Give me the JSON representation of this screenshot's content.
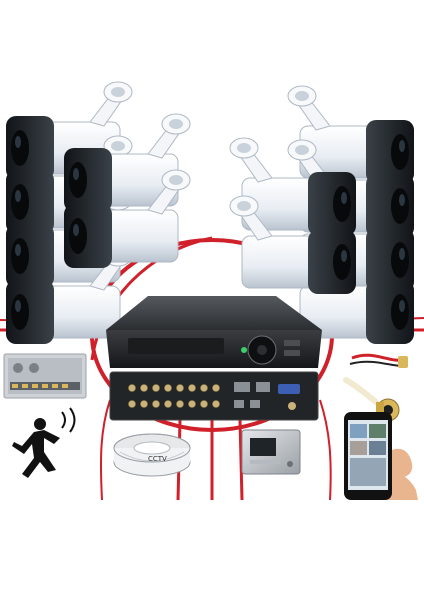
{
  "product": {
    "camera_count": 12,
    "cable_label": "CCTV",
    "colors": {
      "camera_body": "#eef2f7",
      "camera_front": "#1d2329",
      "dvr_body": "#2a2d30",
      "cable_red": "#d0202a",
      "background": "#ffffff"
    },
    "items": [
      {
        "name": "bullet-camera",
        "icon": "camera-icon"
      },
      {
        "name": "dvr-recorder",
        "icon": "dvr-icon"
      },
      {
        "name": "power-supply",
        "icon": "psu-icon"
      },
      {
        "name": "motion-detection",
        "icon": "running-man-icon"
      },
      {
        "name": "coax-cable-roll",
        "icon": "cable-icon"
      },
      {
        "name": "hard-disk",
        "icon": "hdd-icon"
      },
      {
        "name": "bnc-connector",
        "icon": "bnc-icon"
      },
      {
        "name": "smartphone-view",
        "icon": "phone-icon"
      }
    ]
  }
}
